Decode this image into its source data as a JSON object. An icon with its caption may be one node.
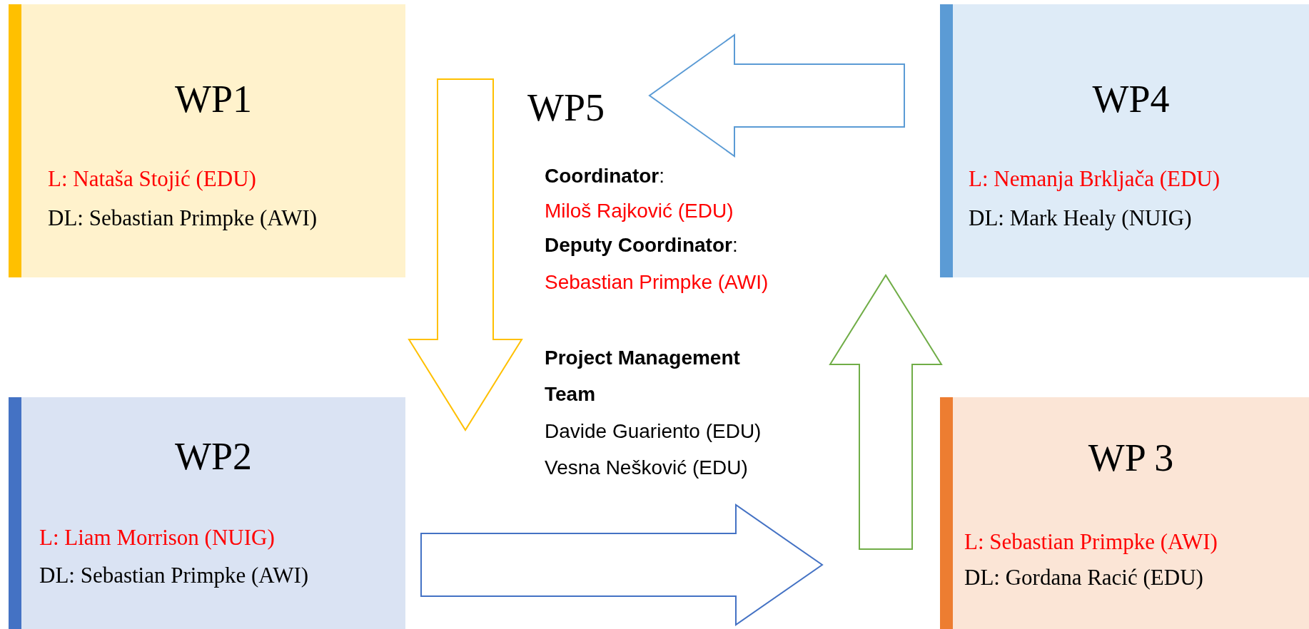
{
  "diagram": {
    "nodes": [
      {
        "text": [
          "WP1",
          "L: Nataša Stojić (EDU)",
          "DL: Sebastian Primpke (AWI)"
        ]
      },
      {
        "text": [
          "WP5",
          "**Coordinator**:",
          "Miloš Rajković (EDU)",
          "**Deputy Coordinator**:",
          "Sebastian Primpke (AWI)",
          "Project Management Team",
          "Davide Guariento (EDU)",
          "Vesna Nešković (EDU)"
        ]
      },
      {
        "text": [
          "WP4",
          "L: Nemanja Brkljača (EDU)",
          "DL: Mark Healy (NUIG)"
        ]
      },
      {
        "text": [
          "WP2",
          "L: Liam Morrison (NUIG)",
          "DL: Sebastian Primpke (AWI)"
        ]
      },
      {
        "text": [
          "WP 3",
          "L: Sebastian Primpke (AWI)",
          "DL: Gordana Racić (EDU)"
        ]
      }
    ],
    "edges": [
      {
        "from": 0,
        "to": 3,
        "arrow": "to",
        "color": "#ffc000"
      },
      {
        "from": 3,
        "to": 4,
        "arrow": "to",
        "color": "#4472c4"
      },
      {
        "from": 4,
        "to": 2,
        "arrow": "to",
        "color": "#70ad47"
      },
      {
        "from": 2,
        "to": 1,
        "arrow": "to",
        "color": "#5b9bd5"
      }
    ]
  }
}
